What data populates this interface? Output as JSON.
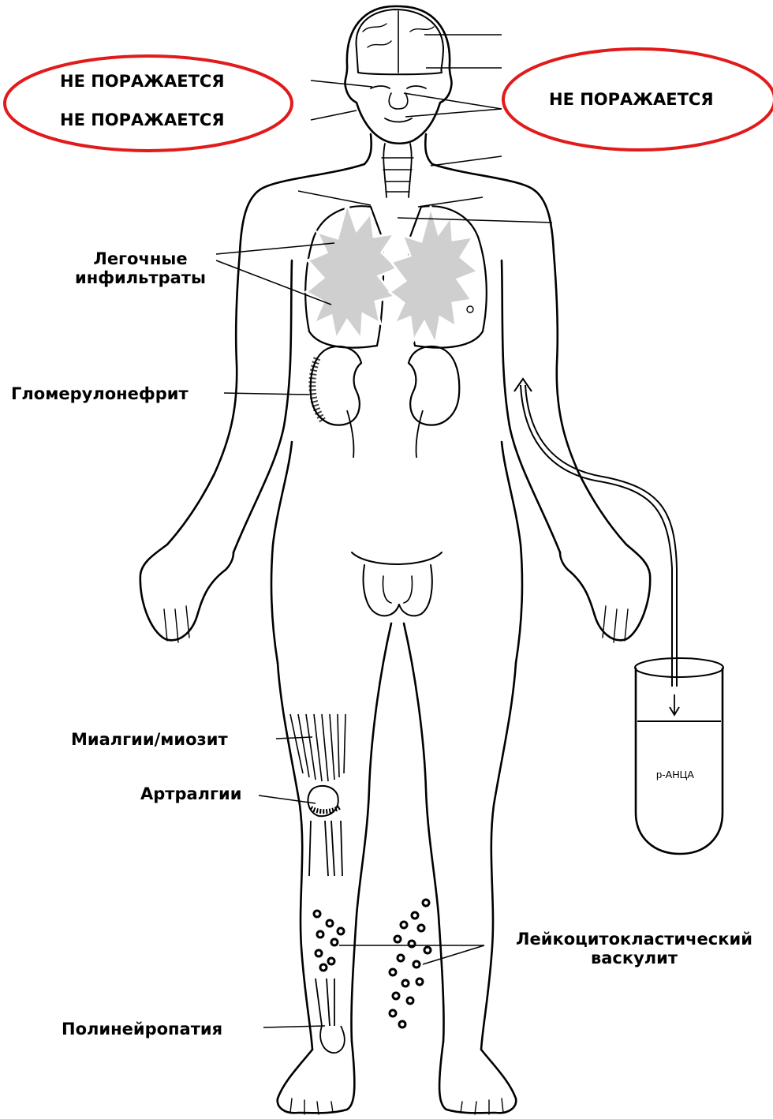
{
  "labels": {
    "not_affected_1": "НЕ ПОРАЖАЕТСЯ",
    "not_affected_2": "НЕ ПОРАЖАЕТСЯ",
    "not_affected_3": "НЕ ПОРАЖАЕТСЯ",
    "lung_line1": "Легочные",
    "lung_line2": "инфильтраты",
    "glomerulonephritis": "Гломерулонефрит",
    "myalgia": "Миалгии/миозит",
    "arthralgia": "Артралгии",
    "vasculitis_line1": "Лейкоцитокластический",
    "vasculitis_line2": "васкулит",
    "polyneuropathy": "Полинейропатия",
    "tube": "р-АНЦА"
  },
  "colors": {
    "ellipse": "#e11b1b",
    "outline": "#000000",
    "lesion_fill": "#cfcfcf"
  }
}
